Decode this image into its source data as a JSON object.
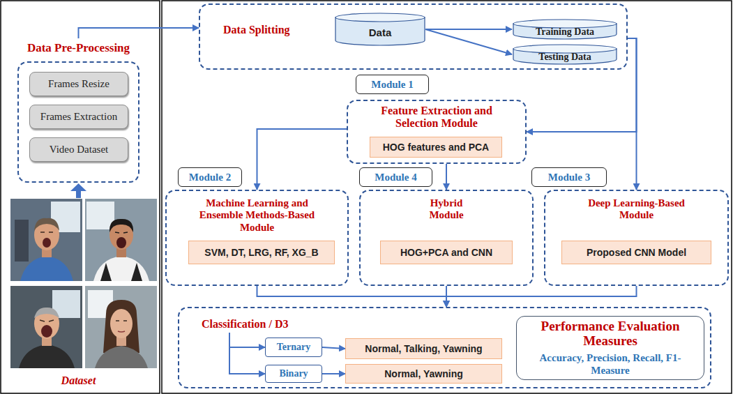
{
  "diagram": {
    "nodes": [
      {
        "text": [
          "Data Pre-Processing"
        ]
      },
      {
        "text": [
          "Frames Resize"
        ],
        "in": 0
      },
      {
        "text": [
          "Frames Extraction"
        ],
        "in": 0
      },
      {
        "text": [
          "Video Dataset"
        ],
        "in": 0
      },
      {
        "text": [
          "Data Splitting"
        ]
      },
      {
        "text": [
          "Data"
        ],
        "in": 4
      },
      {
        "text": [
          "Training Data"
        ],
        "in": 4
      },
      {
        "text": [
          "Testing Data"
        ],
        "in": 4
      },
      {
        "text": [
          "Module 1"
        ]
      },
      {
        "text": [
          "Feature Extraction and Selection Module"
        ]
      },
      {
        "text": [
          "HOG features and PCA"
        ],
        "in": 9
      },
      {
        "text": [
          "Module 2"
        ]
      },
      {
        "text": [
          "Module 4"
        ]
      },
      {
        "text": [
          "Module 3"
        ]
      },
      {
        "text": [
          "Machine Learning and Ensemble Methods-Based Module"
        ]
      },
      {
        "text": [
          "SVM, DT, LRG, RF, XG_B"
        ],
        "in": 14
      },
      {
        "text": [
          "Hybrid Module"
        ]
      },
      {
        "text": [
          "HOG+PCA and CNN"
        ],
        "in": 16
      },
      {
        "text": [
          "Deep Learning-Based Module"
        ]
      },
      {
        "text": [
          "Proposed CNN Model"
        ],
        "in": 18
      },
      {
        "text": [
          "Classification / D3"
        ]
      },
      {
        "text": [
          "Ternary"
        ],
        "in": 20
      },
      {
        "text": [
          "Binary"
        ],
        "in": 20
      },
      {
        "text": [
          "Normal, Talking, Yawning"
        ],
        "in": 20
      },
      {
        "text": [
          "Normal, Yawning"
        ],
        "in": 20
      },
      {
        "text": [
          "Performance Evaluation Measures",
          "Accuracy, Precision, Recall, F1-Measure"
        ],
        "in": 20
      }
    ],
    "edges": [
      {
        "from": 0,
        "to": 4,
        "arrow": "to"
      },
      {
        "from": 5,
        "to": 6,
        "arrow": "to"
      },
      {
        "from": 5,
        "to": 7,
        "arrow": "to"
      },
      {
        "from": 4,
        "to": 9,
        "arrow": "to"
      },
      {
        "from": 4,
        "to": 18,
        "arrow": "to"
      },
      {
        "from": 9,
        "to": 14,
        "arrow": "to"
      },
      {
        "from": 9,
        "to": 16,
        "arrow": "to"
      },
      {
        "from": 14,
        "to": 20,
        "arrow": "to"
      },
      {
        "from": 16,
        "to": 20,
        "arrow": "to"
      },
      {
        "from": 18,
        "to": 20,
        "arrow": "to"
      },
      {
        "from": 20,
        "to": 21,
        "arrow": "to"
      },
      {
        "from": 20,
        "to": 22,
        "arrow": "to"
      },
      {
        "from": 21,
        "to": 23,
        "arrow": "to"
      },
      {
        "from": 22,
        "to": 24,
        "arrow": "to"
      }
    ],
    "labels": [
      "Dataset"
    ]
  }
}
